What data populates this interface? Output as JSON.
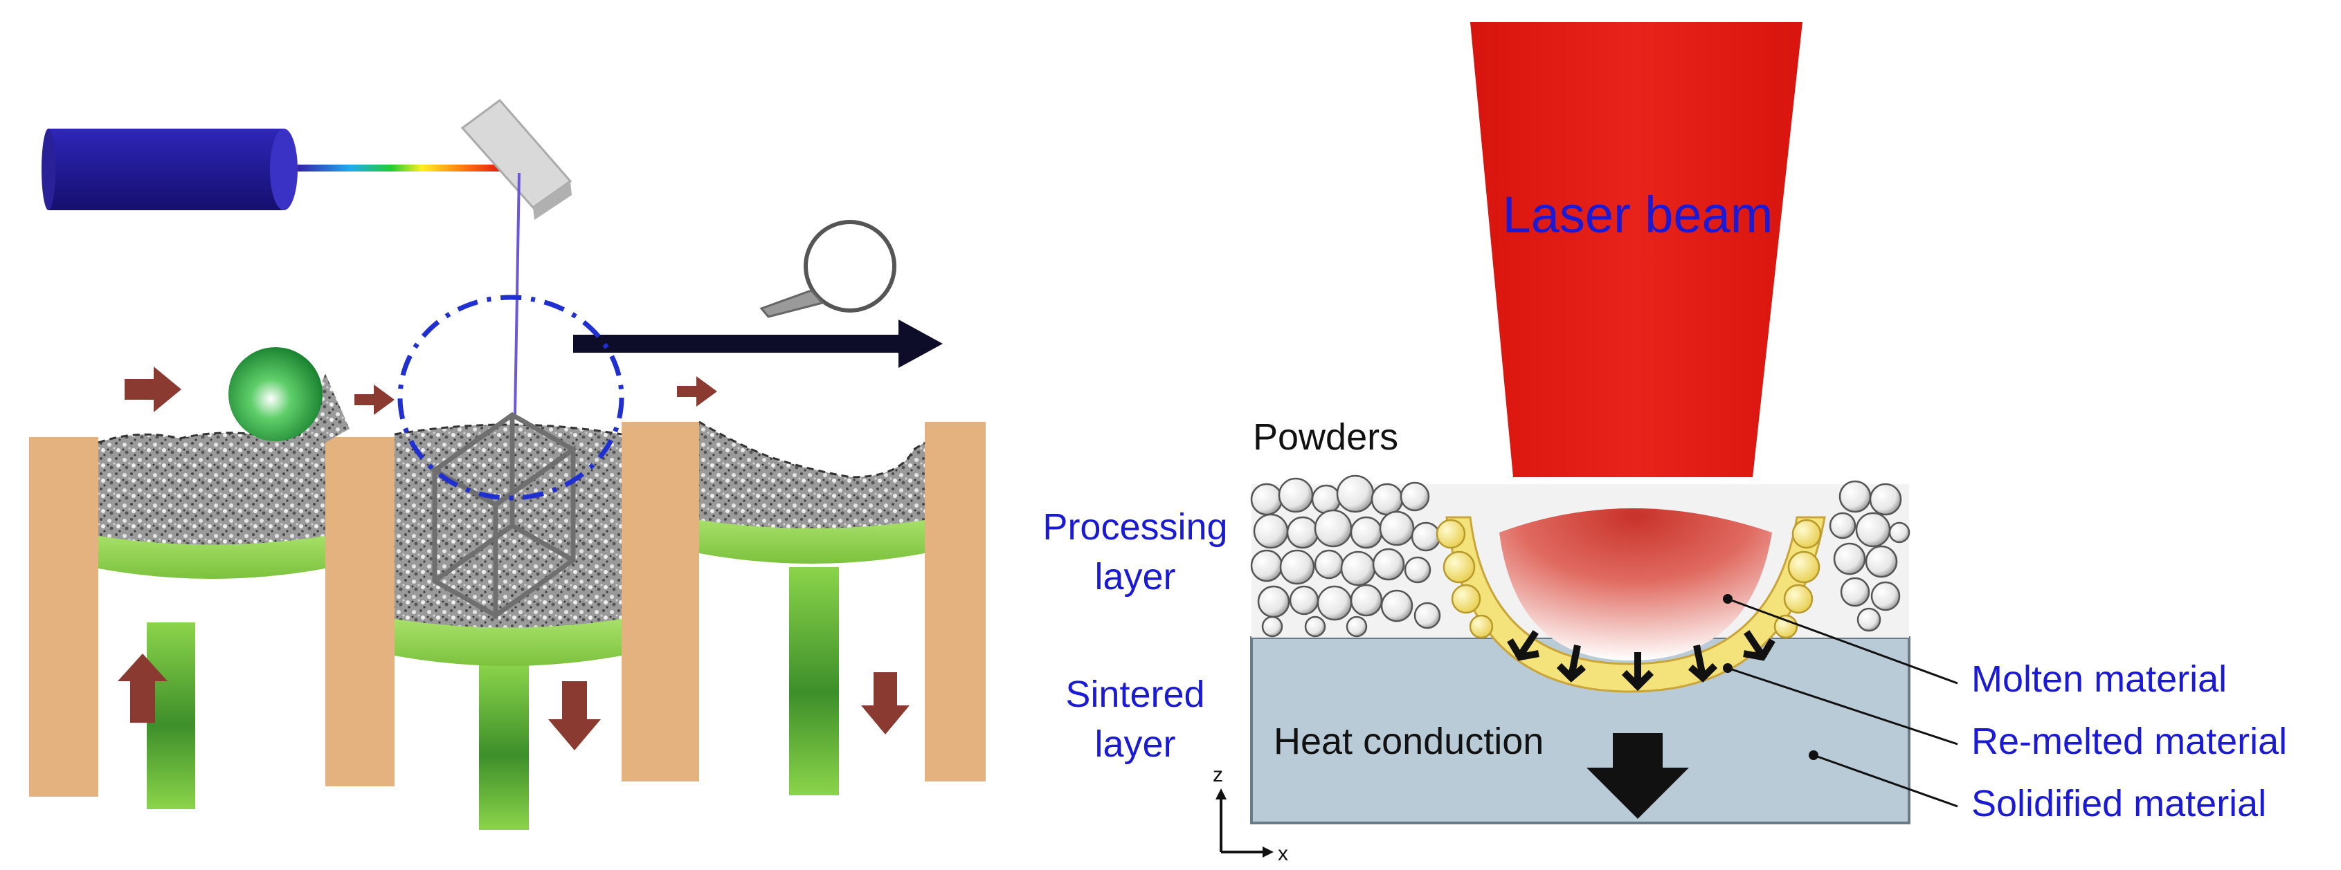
{
  "labels": {
    "laser_beam": "Laser beam",
    "powders": "Powders",
    "processing_layer_line1": "Processing",
    "processing_layer_line2": "layer",
    "sintered_layer_line1": "Sintered",
    "sintered_layer_line2": "layer",
    "heat_conduction": "Heat conduction",
    "molten_material": "Molten material",
    "remelted_material": "Re-melted material",
    "solidified_material": "Solidified material",
    "axis_z": "z",
    "axis_x": "x"
  },
  "colors": {
    "laser_source": "#1f1797",
    "laser_beam_red": "#e01a12",
    "build_plate_green": "#8cd44a",
    "piston_wall_tan": "#e3b27e",
    "direction_arrow": "#8b3a32",
    "blue_label": "#1a1ad6",
    "substrate_gray_blue": "#b9cbd6",
    "remelted_yellow": "#f4e27a"
  },
  "icons": [
    "magnifier-icon",
    "roller-ball-icon",
    "mirror-icon",
    "cube-part-icon"
  ]
}
